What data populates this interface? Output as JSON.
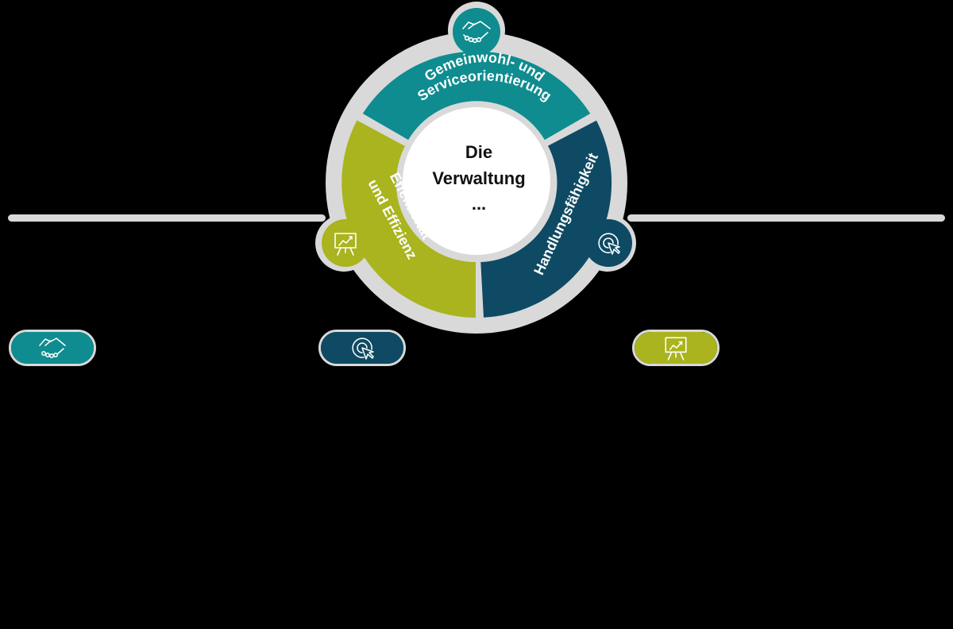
{
  "diagram": {
    "center": {
      "line1": "Die",
      "line2": "Verwaltung",
      "line3": "..."
    },
    "segments": [
      {
        "id": "gemeinwohl",
        "line1": "Gemeinwohl- und",
        "line2": "Serviceorientierung",
        "color": "#0f8c8f",
        "icon": "handshake-icon"
      },
      {
        "id": "handlung",
        "line1": "Handlungsfähigkeit",
        "color": "#0e4a63",
        "icon": "cursor-target-icon"
      },
      {
        "id": "effektivitaet",
        "line1": "Effektivität",
        "line2": "und Effizienz",
        "color": "#a9b41e",
        "icon": "presentation-chart-icon"
      }
    ],
    "outline_color": "#d9d9d9"
  },
  "pills": [
    {
      "id": "pill-gemeinwohl",
      "color": "#0f8c8f",
      "icon": "handshake-icon"
    },
    {
      "id": "pill-handlung",
      "color": "#0e4a63",
      "icon": "cursor-target-icon"
    },
    {
      "id": "pill-effektivitaet",
      "color": "#a9b41e",
      "icon": "presentation-chart-icon"
    }
  ]
}
